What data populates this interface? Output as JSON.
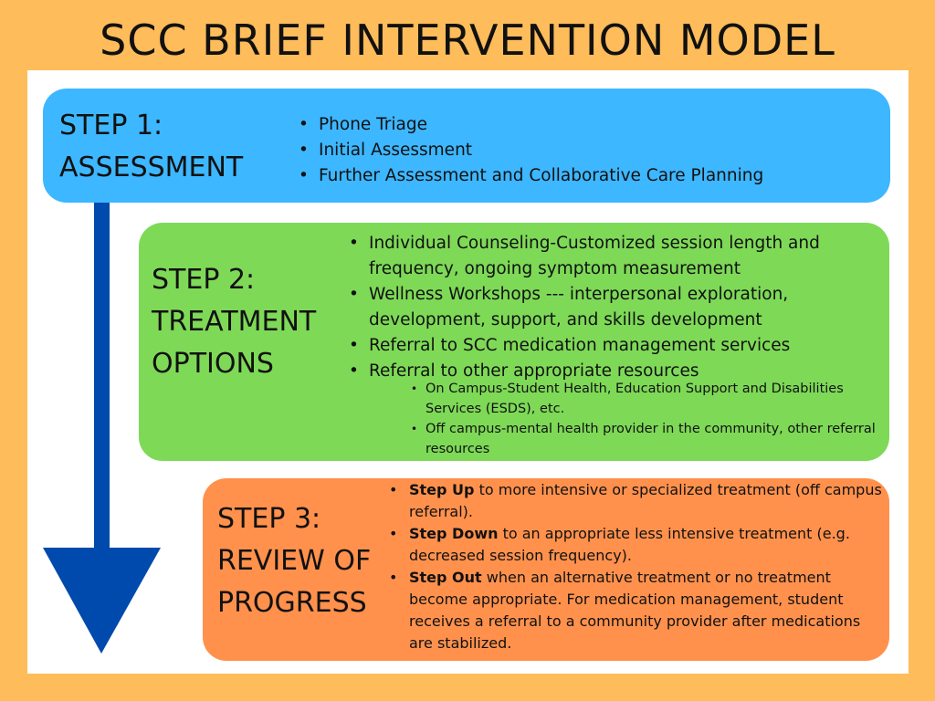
{
  "title": "SCC BRIEF INTERVENTION MODEL",
  "colors": {
    "background": "#FFBC5A",
    "step1": "#3DB7FF",
    "step2": "#7ED957",
    "step3": "#FF914D",
    "arrow": "#004AAD"
  },
  "steps": [
    {
      "label_line1": "STEP 1:",
      "label_line2": "ASSESSMENT",
      "items": [
        "Phone Triage",
        "Initial Assessment",
        "Further Assessment and Collaborative Care Planning"
      ]
    },
    {
      "label_line1": "STEP 2:",
      "label_line2": "TREATMENT",
      "label_line3": "OPTIONS",
      "items": [
        "Individual Counseling-Customized session length and frequency, ongoing symptom measurement",
        "Wellness Workshops --- interpersonal exploration, development, support, and skills development",
        "Referral to SCC medication management services",
        "Referral to other appropriate resources"
      ],
      "subitems": [
        "On Campus-Student Health, Education Support and Disabilities Services (ESDS), etc.",
        "Off campus-mental health provider in the community, other referral resources"
      ]
    },
    {
      "label_line1": "STEP 3:",
      "label_line2": "REVIEW OF",
      "label_line3": "PROGRESS",
      "items": [
        {
          "bold": "Step Up",
          "text": " to more intensive or specialized treatment (off campus referral)."
        },
        {
          "bold": "Step Down",
          "text": " to an appropriate less intensive treatment (e.g. decreased session frequency)."
        },
        {
          "bold": "Step Out",
          "text": " when an alternative treatment or no treatment become appropriate. For medication management, student receives a referral to a community provider after medications are stabilized."
        }
      ]
    }
  ]
}
